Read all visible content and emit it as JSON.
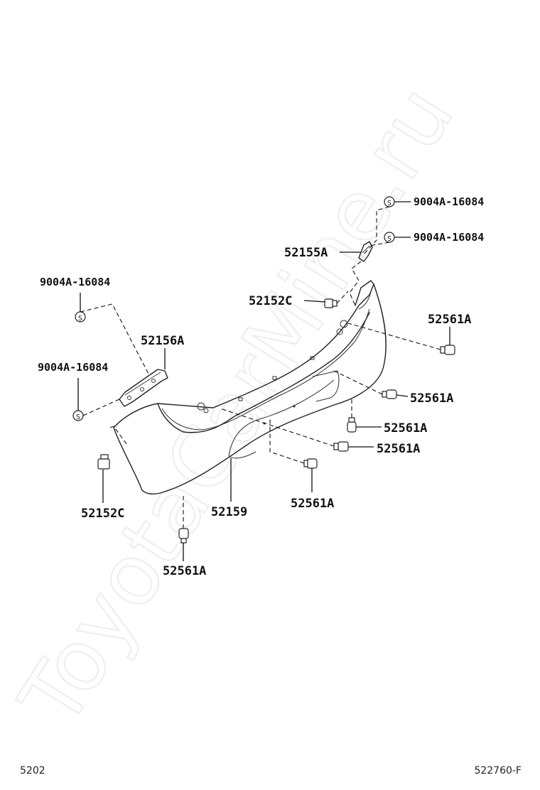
{
  "watermark": "ToyotaCarMine.ru",
  "footer": {
    "left": "5202",
    "right": "522760-F"
  },
  "labels": {
    "screw_top1": "9004A-16084",
    "screw_top2": "9004A-16084",
    "screw_left1": "9004A-16084",
    "screw_left2": "9004A-16084",
    "bracket_right": "52155A",
    "clip_top": "52152C",
    "clip_left": "52152C",
    "bracket_left": "52156A",
    "bumper_cover": "52159",
    "clip_r1": "52561A",
    "clip_r2": "52561A",
    "clip_r3": "52561A",
    "clip_r4": "52561A",
    "clip_b1": "52561A",
    "clip_b2": "52561A"
  },
  "screw_symbol": "S"
}
